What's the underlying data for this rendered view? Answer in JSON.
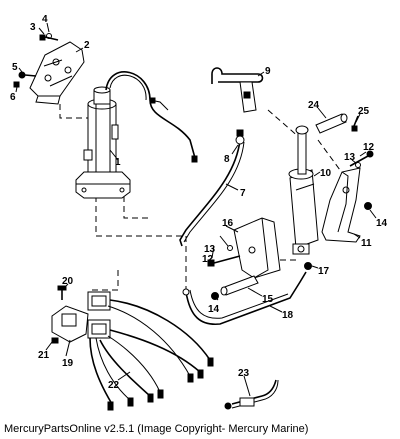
{
  "callouts": [
    "1",
    "2",
    "3",
    "4",
    "5",
    "6",
    "7",
    "8",
    "9",
    "10",
    "11",
    "12",
    "13",
    "14",
    "15",
    "16",
    "17",
    "18",
    "19",
    "20",
    "21",
    "22",
    "23",
    "24",
    "25"
  ],
  "caption": "MercuryPartsOnline v2.5.1 (Image Copyright- Mercury Marine)"
}
